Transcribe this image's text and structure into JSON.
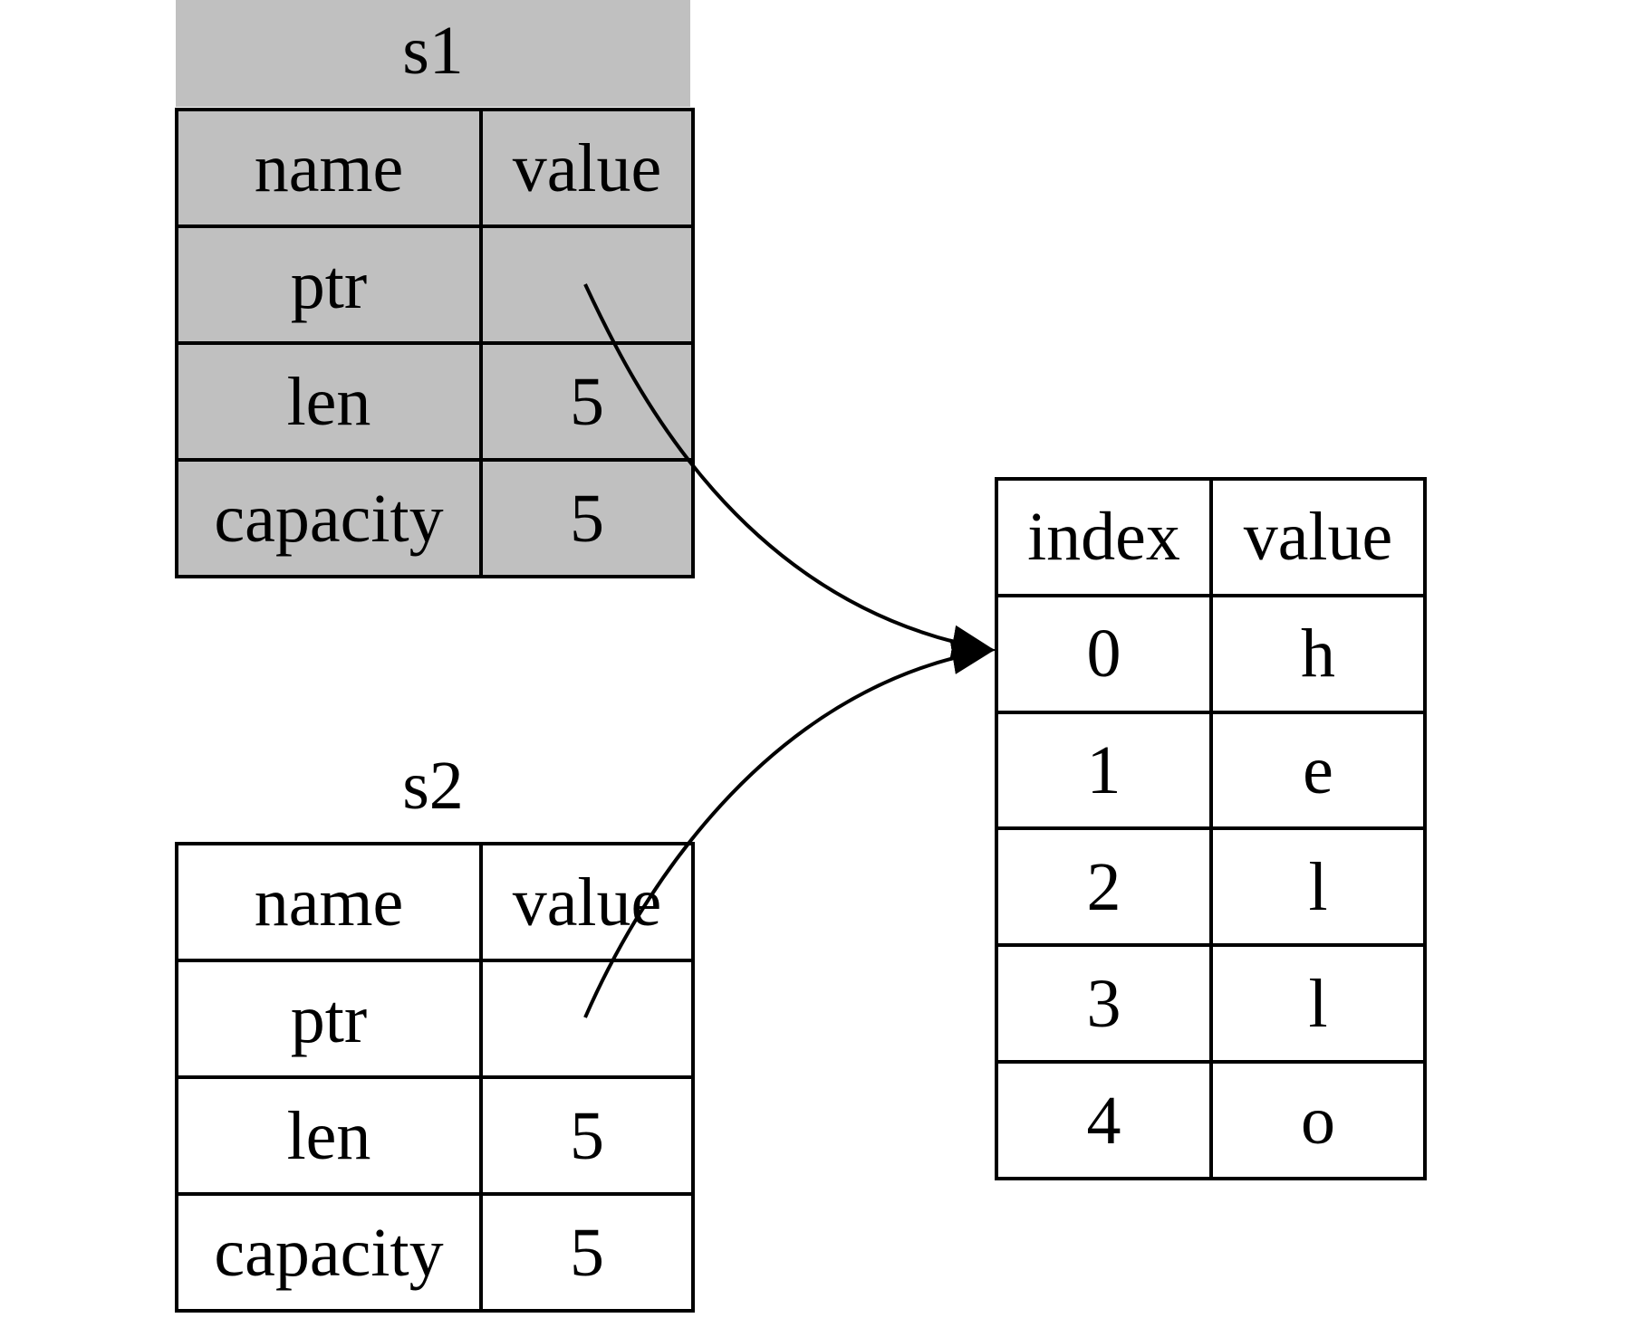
{
  "s1": {
    "title": "s1",
    "headers": [
      "name",
      "value"
    ],
    "rows": [
      {
        "name": "ptr",
        "value": ""
      },
      {
        "name": "len",
        "value": "5"
      },
      {
        "name": "capacity",
        "value": "5"
      }
    ],
    "fill": "#c0c0c0"
  },
  "s2": {
    "title": "s2",
    "headers": [
      "name",
      "value"
    ],
    "rows": [
      {
        "name": "ptr",
        "value": ""
      },
      {
        "name": "len",
        "value": "5"
      },
      {
        "name": "capacity",
        "value": "5"
      }
    ],
    "fill": "#ffffff"
  },
  "heap": {
    "headers": [
      "index",
      "value"
    ],
    "rows": [
      {
        "index": "0",
        "value": "h"
      },
      {
        "index": "1",
        "value": "e"
      },
      {
        "index": "2",
        "value": "l"
      },
      {
        "index": "3",
        "value": "l"
      },
      {
        "index": "4",
        "value": "o"
      }
    ]
  },
  "colors": {
    "stroke": "#000000",
    "s1_fill": "#c0c0c0",
    "background": "#ffffff"
  }
}
